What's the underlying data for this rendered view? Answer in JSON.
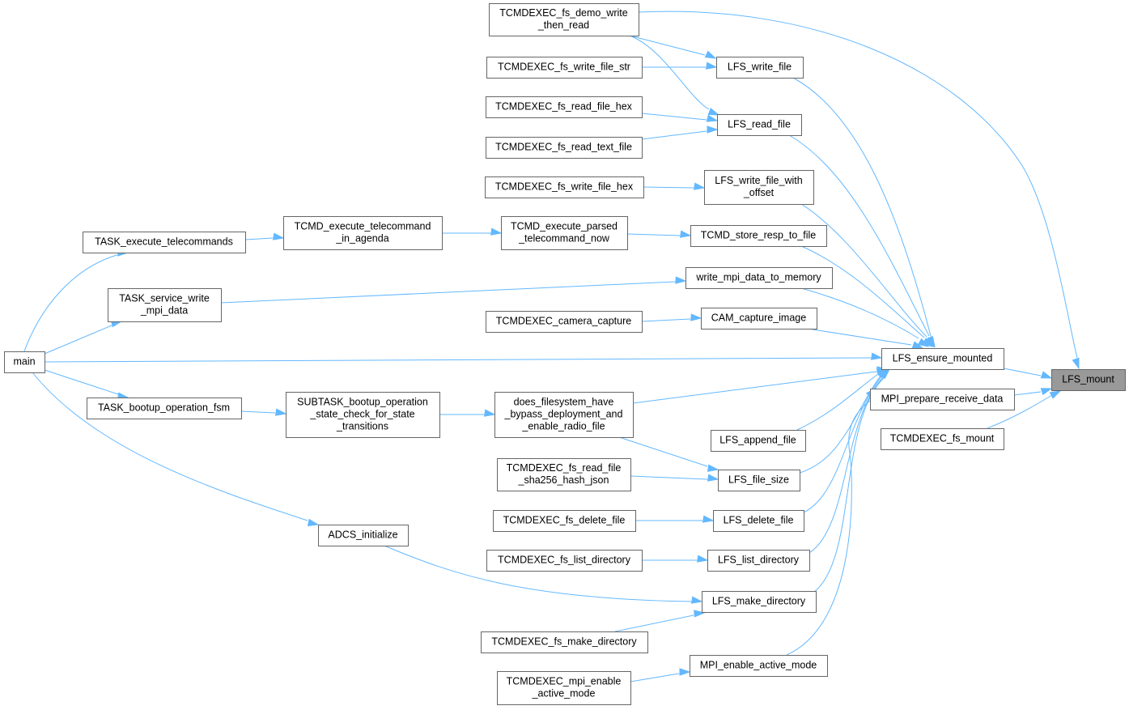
{
  "graph": {
    "colors": {
      "edge": "#63b8ff",
      "node_border": "#666666",
      "node_fill": "#ffffff",
      "target_fill": "#999999"
    },
    "nodes": [
      {
        "id": "lfs_mount",
        "lines": [
          "LFS_mount"
        ],
        "highlighted": true
      },
      {
        "id": "lfs_ensure_mounted",
        "lines": [
          "LFS_ensure_mounted"
        ]
      },
      {
        "id": "mpi_prepare_receive_data",
        "lines": [
          "MPI_prepare_receive_data"
        ]
      },
      {
        "id": "tcmdexec_fs_mount",
        "lines": [
          "TCMDEXEC_fs_mount"
        ]
      },
      {
        "id": "tcmdexec_fs_demo_write_then_read",
        "lines": [
          "TCMDEXEC_fs_demo_write",
          "_then_read"
        ]
      },
      {
        "id": "lfs_write_file",
        "lines": [
          "LFS_write_file"
        ]
      },
      {
        "id": "tcmdexec_fs_write_file_str",
        "lines": [
          "TCMDEXEC_fs_write_file_str"
        ]
      },
      {
        "id": "lfs_read_file",
        "lines": [
          "LFS_read_file"
        ]
      },
      {
        "id": "tcmdexec_fs_read_file_hex",
        "lines": [
          "TCMDEXEC_fs_read_file_hex"
        ]
      },
      {
        "id": "tcmdexec_fs_read_text_file",
        "lines": [
          "TCMDEXEC_fs_read_text_file"
        ]
      },
      {
        "id": "lfs_write_file_with_offset",
        "lines": [
          "LFS_write_file_with",
          "_offset"
        ]
      },
      {
        "id": "tcmdexec_fs_write_file_hex",
        "lines": [
          "TCMDEXEC_fs_write_file_hex"
        ]
      },
      {
        "id": "tcmd_store_resp_to_file",
        "lines": [
          "TCMD_store_resp_to_file"
        ]
      },
      {
        "id": "tcmd_execute_parsed_telecommand_now",
        "lines": [
          "TCMD_execute_parsed",
          "_telecommand_now"
        ]
      },
      {
        "id": "tcmd_execute_telecommand_in_agenda",
        "lines": [
          "TCMD_execute_telecommand",
          "_in_agenda"
        ]
      },
      {
        "id": "task_execute_telecommands",
        "lines": [
          "TASK_execute_telecommands"
        ]
      },
      {
        "id": "write_mpi_data_to_memory",
        "lines": [
          "write_mpi_data_to_memory"
        ]
      },
      {
        "id": "task_service_write_mpi_data",
        "lines": [
          "TASK_service_write",
          "_mpi_data"
        ]
      },
      {
        "id": "cam_capture_image",
        "lines": [
          "CAM_capture_image"
        ]
      },
      {
        "id": "tcmdexec_camera_capture",
        "lines": [
          "TCMDEXEC_camera_capture"
        ]
      },
      {
        "id": "main",
        "lines": [
          "main"
        ]
      },
      {
        "id": "task_bootup_operation_fsm",
        "lines": [
          "TASK_bootup_operation_fsm"
        ]
      },
      {
        "id": "subtask_bootup",
        "lines": [
          "SUBTASK_bootup_operation",
          "_state_check_for_state",
          "_transitions"
        ]
      },
      {
        "id": "does_filesystem_have",
        "lines": [
          "does_filesystem_have",
          "_bypass_deployment_and",
          "_enable_radio_file"
        ]
      },
      {
        "id": "lfs_append_file",
        "lines": [
          "LFS_append_file"
        ]
      },
      {
        "id": "lfs_file_size",
        "lines": [
          "LFS_file_size"
        ]
      },
      {
        "id": "tcmdexec_fs_read_file_sha256_hash_json",
        "lines": [
          "TCMDEXEC_fs_read_file",
          "_sha256_hash_json"
        ]
      },
      {
        "id": "lfs_delete_file",
        "lines": [
          "LFS_delete_file"
        ]
      },
      {
        "id": "tcmdexec_fs_delete_file",
        "lines": [
          "TCMDEXEC_fs_delete_file"
        ]
      },
      {
        "id": "lfs_list_directory",
        "lines": [
          "LFS_list_directory"
        ]
      },
      {
        "id": "tcmdexec_fs_list_directory",
        "lines": [
          "TCMDEXEC_fs_list_directory"
        ]
      },
      {
        "id": "adcs_initialize",
        "lines": [
          "ADCS_initialize"
        ]
      },
      {
        "id": "lfs_make_directory",
        "lines": [
          "LFS_make_directory"
        ]
      },
      {
        "id": "tcmdexec_fs_make_directory",
        "lines": [
          "TCMDEXEC_fs_make_directory"
        ]
      },
      {
        "id": "mpi_enable_active_mode",
        "lines": [
          "MPI_enable_active_mode"
        ]
      },
      {
        "id": "tcmdexec_mpi_enable_active_mode",
        "lines": [
          "TCMDEXEC_mpi_enable",
          "_active_mode"
        ]
      }
    ],
    "edges": [
      {
        "from": "lfs_ensure_mounted",
        "to": "lfs_mount"
      },
      {
        "from": "mpi_prepare_receive_data",
        "to": "lfs_mount"
      },
      {
        "from": "tcmdexec_fs_mount",
        "to": "lfs_mount"
      },
      {
        "from": "tcmdexec_fs_demo_write_then_read",
        "to": "lfs_mount"
      },
      {
        "from": "lfs_write_file",
        "to": "lfs_ensure_mounted"
      },
      {
        "from": "lfs_read_file",
        "to": "lfs_ensure_mounted"
      },
      {
        "from": "lfs_write_file_with_offset",
        "to": "lfs_ensure_mounted"
      },
      {
        "from": "tcmd_store_resp_to_file",
        "to": "lfs_ensure_mounted"
      },
      {
        "from": "write_mpi_data_to_memory",
        "to": "lfs_ensure_mounted"
      },
      {
        "from": "cam_capture_image",
        "to": "lfs_ensure_mounted"
      },
      {
        "from": "main",
        "to": "lfs_ensure_mounted"
      },
      {
        "from": "does_filesystem_have",
        "to": "lfs_ensure_mounted"
      },
      {
        "from": "lfs_append_file",
        "to": "lfs_ensure_mounted"
      },
      {
        "from": "lfs_file_size",
        "to": "lfs_ensure_mounted"
      },
      {
        "from": "lfs_delete_file",
        "to": "lfs_ensure_mounted"
      },
      {
        "from": "lfs_list_directory",
        "to": "lfs_ensure_mounted"
      },
      {
        "from": "lfs_make_directory",
        "to": "lfs_ensure_mounted"
      },
      {
        "from": "mpi_enable_active_mode",
        "to": "mpi_prepare_receive_data"
      },
      {
        "from": "tcmdexec_fs_demo_write_then_read",
        "to": "lfs_write_file"
      },
      {
        "from": "tcmdexec_fs_write_file_str",
        "to": "lfs_write_file"
      },
      {
        "from": "tcmdexec_fs_demo_write_then_read",
        "to": "lfs_read_file"
      },
      {
        "from": "tcmdexec_fs_read_file_hex",
        "to": "lfs_read_file"
      },
      {
        "from": "tcmdexec_fs_read_text_file",
        "to": "lfs_read_file"
      },
      {
        "from": "tcmdexec_fs_write_file_hex",
        "to": "lfs_write_file_with_offset"
      },
      {
        "from": "tcmd_execute_parsed_telecommand_now",
        "to": "tcmd_store_resp_to_file"
      },
      {
        "from": "tcmd_execute_telecommand_in_agenda",
        "to": "tcmd_execute_parsed_telecommand_now"
      },
      {
        "from": "task_execute_telecommands",
        "to": "tcmd_execute_telecommand_in_agenda"
      },
      {
        "from": "main",
        "to": "task_execute_telecommands"
      },
      {
        "from": "task_service_write_mpi_data",
        "to": "write_mpi_data_to_memory"
      },
      {
        "from": "main",
        "to": "task_service_write_mpi_data"
      },
      {
        "from": "tcmdexec_camera_capture",
        "to": "cam_capture_image"
      },
      {
        "from": "main",
        "to": "task_bootup_operation_fsm"
      },
      {
        "from": "main",
        "to": "adcs_initialize"
      },
      {
        "from": "task_bootup_operation_fsm",
        "to": "subtask_bootup"
      },
      {
        "from": "subtask_bootup",
        "to": "does_filesystem_have"
      },
      {
        "from": "does_filesystem_have",
        "to": "lfs_file_size"
      },
      {
        "from": "tcmdexec_fs_read_file_sha256_hash_json",
        "to": "lfs_file_size"
      },
      {
        "from": "tcmdexec_fs_delete_file",
        "to": "lfs_delete_file"
      },
      {
        "from": "tcmdexec_fs_list_directory",
        "to": "lfs_list_directory"
      },
      {
        "from": "adcs_initialize",
        "to": "lfs_make_directory"
      },
      {
        "from": "tcmdexec_fs_make_directory",
        "to": "lfs_make_directory"
      },
      {
        "from": "tcmdexec_mpi_enable_active_mode",
        "to": "mpi_enable_active_mode"
      }
    ]
  }
}
